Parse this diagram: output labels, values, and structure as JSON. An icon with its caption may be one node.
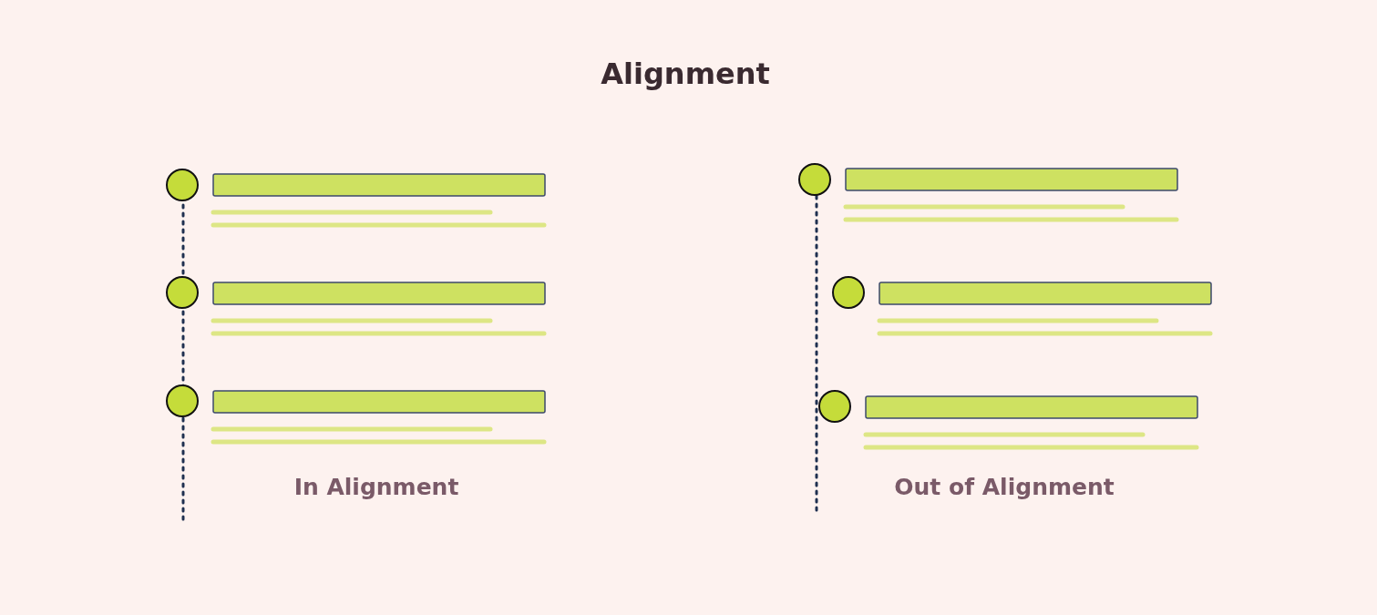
{
  "diagram": {
    "title": "Alignment",
    "labels": [
      "In Alignment",
      "Out of Alignment"
    ]
  }
}
